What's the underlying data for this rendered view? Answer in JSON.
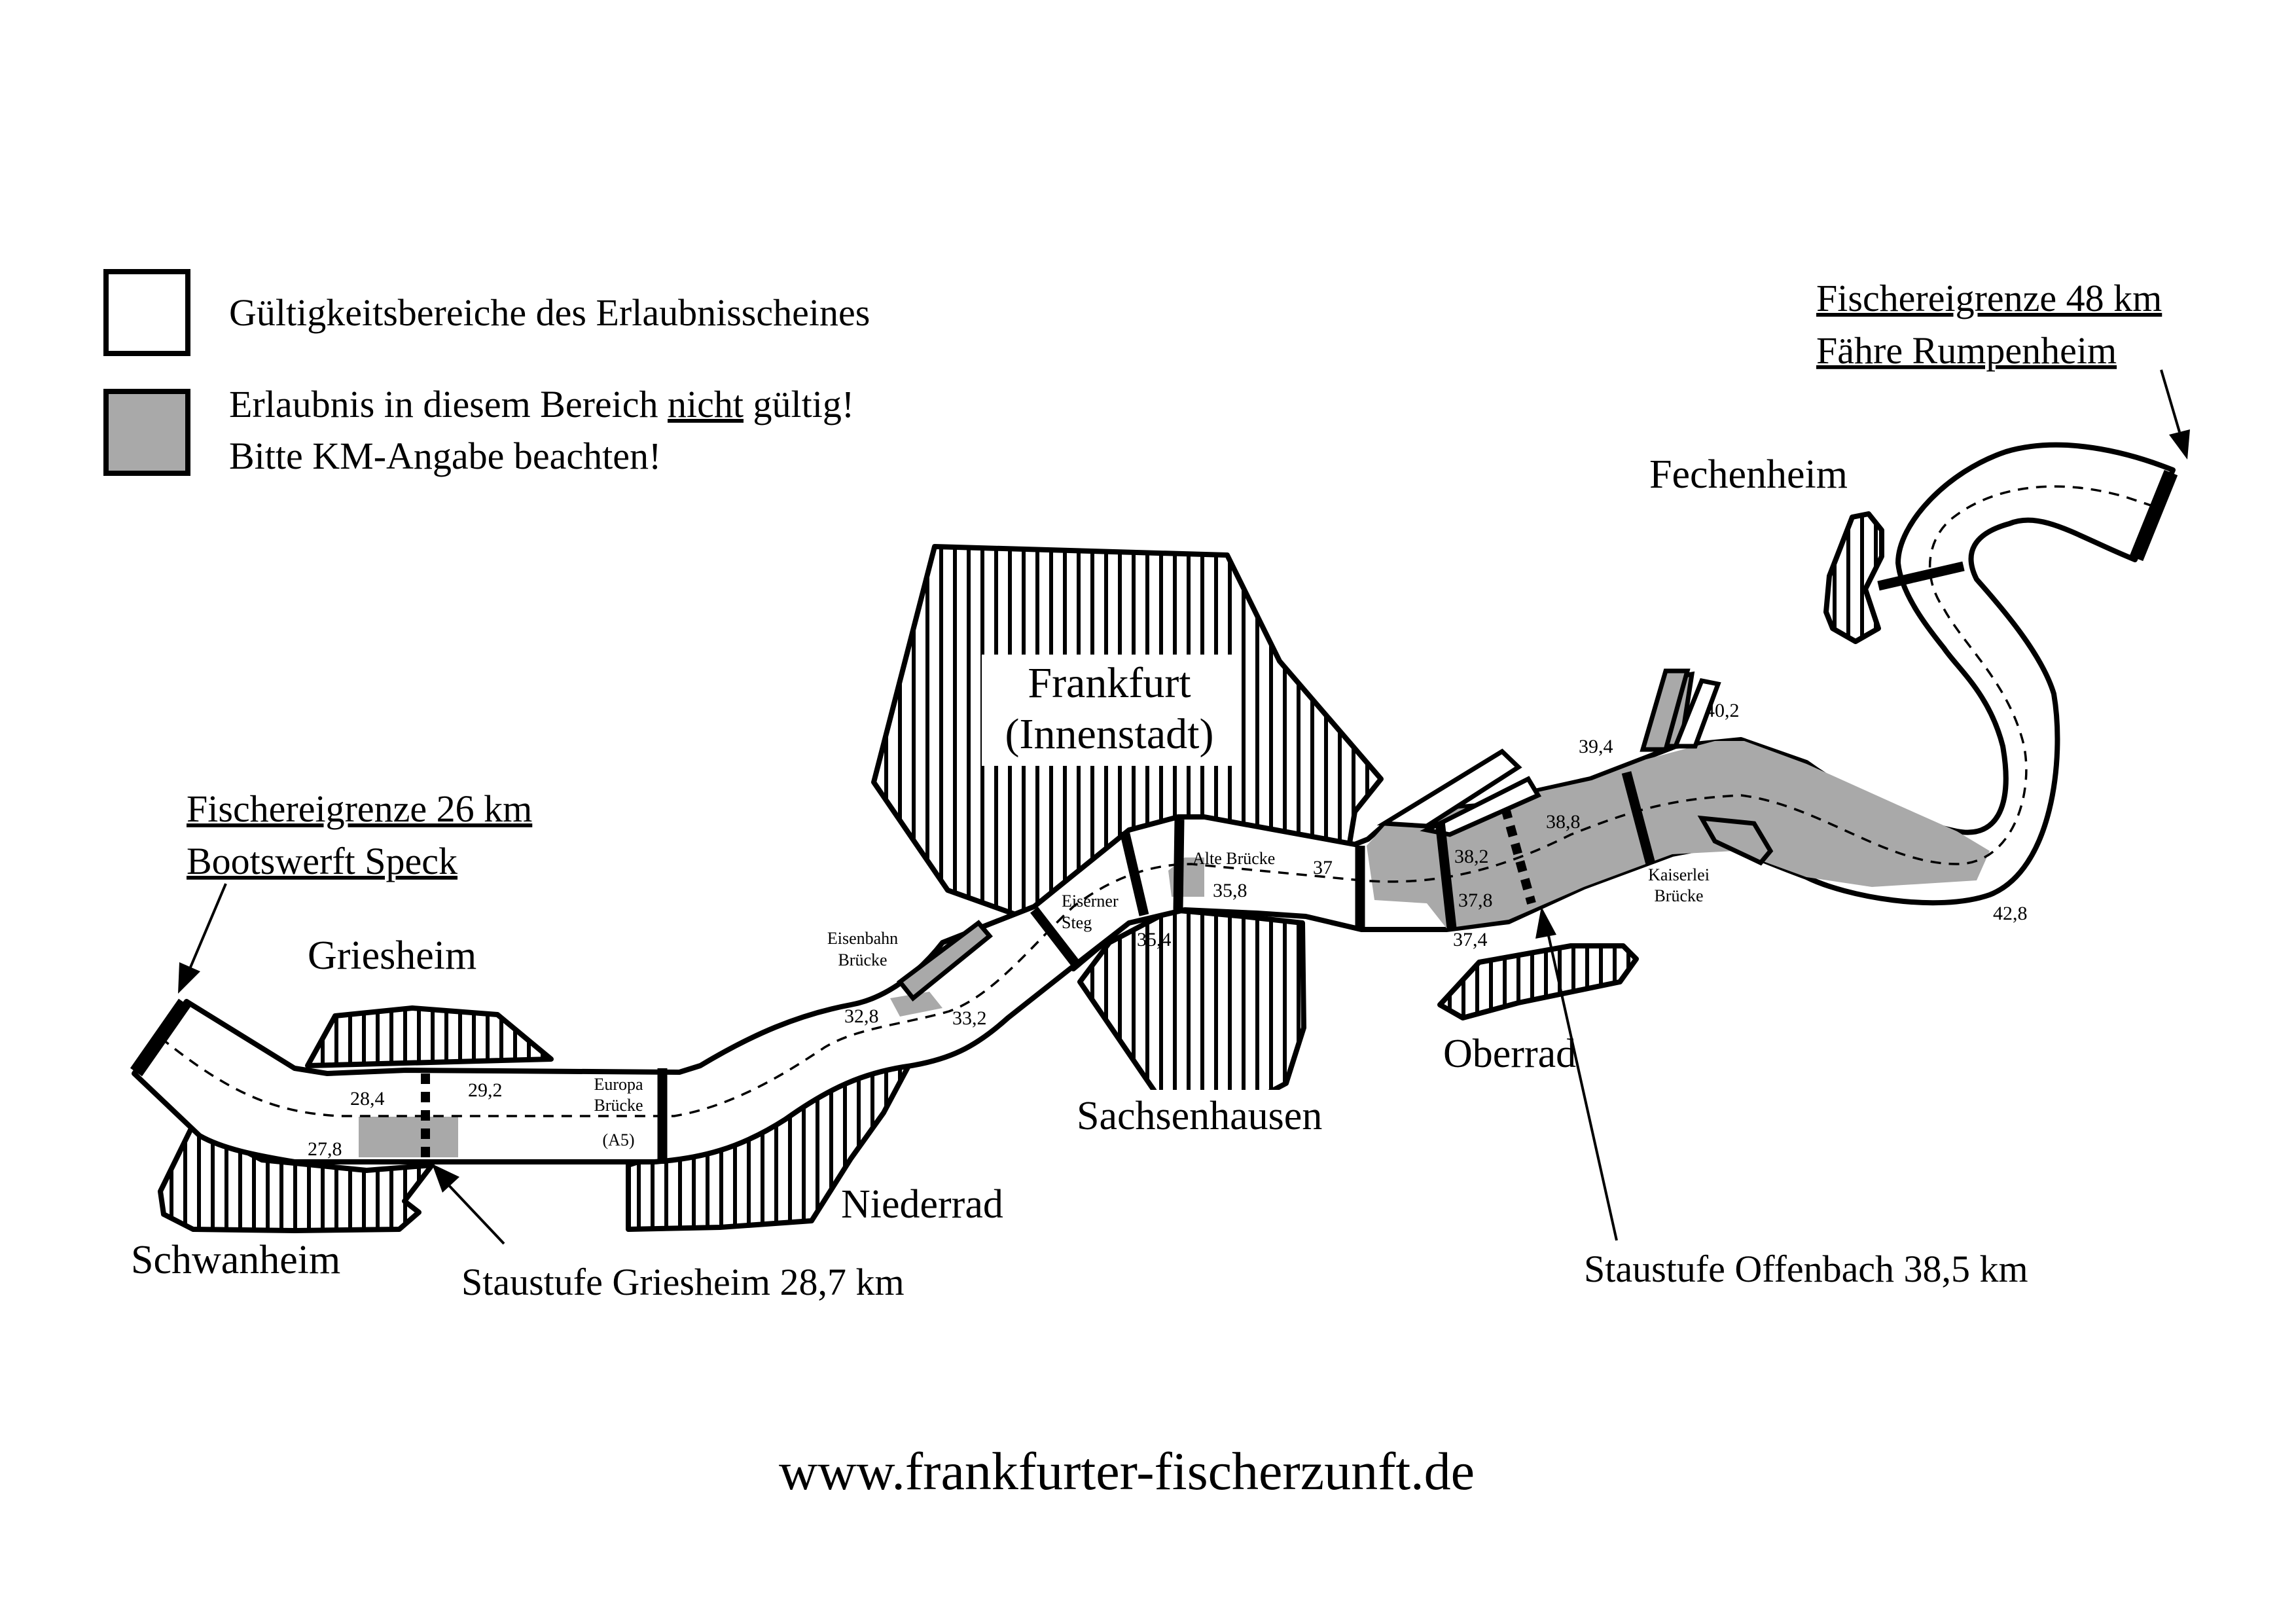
{
  "legend": {
    "valid": {
      "label": "Gültigkeitsbereiche des Erlaubnisscheines",
      "color": "#ffffff"
    },
    "invalid": {
      "line1_a": "Erlaubnis in diesem Bereich ",
      "line1_b": "nicht",
      "line1_c": " gültig!",
      "line2": "Bitte KM-Angabe beachten!",
      "color": "#a9a9a9"
    }
  },
  "limits": {
    "west": {
      "line1": "Fischereigrenze 26 km",
      "line2": "Bootswerft Speck"
    },
    "east": {
      "line1": "Fischereigrenze 48 km",
      "line2": "Fähre Rumpenheim"
    }
  },
  "places": {
    "griesheim": "Griesheim",
    "schwanheim": "Schwanheim",
    "niederrad": "Niederrad",
    "frankfurt": "Frankfurt",
    "innenstadt": "(Innenstadt)",
    "sachsenhausen": "Sachsenhausen",
    "oberrad": "Oberrad",
    "fechenheim": "Fechenheim"
  },
  "dams": {
    "griesheim": "Staustufe Griesheim 28,7 km",
    "offenbach": "Staustufe Offenbach 38,5 km"
  },
  "bridges": {
    "europa_1": "Europa",
    "europa_2": "Brücke",
    "europa_3": "(A5)",
    "eisenbahn_1": "Eisenbahn",
    "eisenbahn_2": "Brücke",
    "eiserner_1": "Eiserner",
    "eiserner_2": "Steg",
    "alte": "Alte Brücke",
    "kaiserlei_1": "Kaiserlei",
    "kaiserlei_2": "Brücke"
  },
  "km_markers": {
    "k27_8": "27,8",
    "k28_4": "28,4",
    "k29_2": "29,2",
    "k32_8": "32,8",
    "k33_2": "33,2",
    "k35_4": "35,4",
    "k35_8": "35,8",
    "k37": "37",
    "k37_4": "37,4",
    "k37_8": "37,8",
    "k38_2": "38,2",
    "k38_8": "38,8",
    "k39_4": "39,4",
    "k40_2": "40,2",
    "k42_8": "42,8"
  },
  "website": "www.frankfurter-fischerzunft.de"
}
